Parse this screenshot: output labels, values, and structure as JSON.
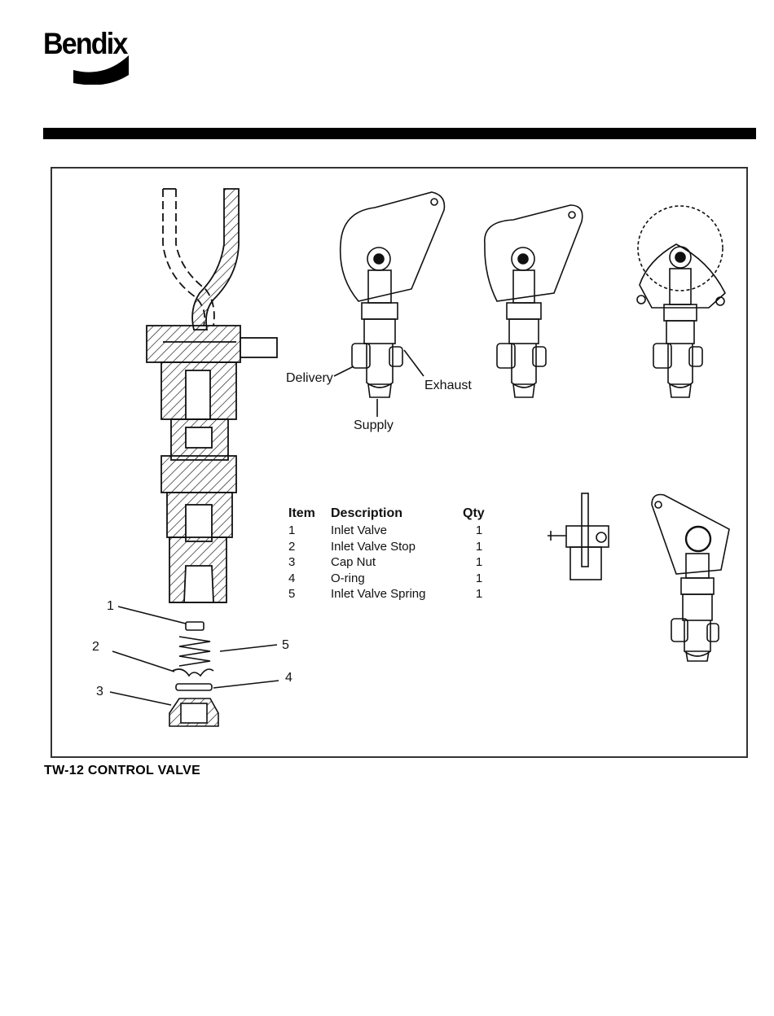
{
  "brand": {
    "name": "Bendix"
  },
  "figure": {
    "caption": "TW-12 CONTROL VALVE",
    "port_labels": {
      "delivery": "Delivery",
      "exhaust": "Exhaust",
      "supply": "Supply"
    },
    "callouts": [
      "1",
      "2",
      "3",
      "4",
      "5"
    ]
  },
  "parts_list": {
    "headers": {
      "item": "Item",
      "description": "Description",
      "qty": "Qty"
    },
    "rows": [
      {
        "item": "1",
        "description": "Inlet Valve",
        "qty": "1"
      },
      {
        "item": "2",
        "description": "Inlet Valve Stop",
        "qty": "1"
      },
      {
        "item": "3",
        "description": "Cap Nut",
        "qty": "1"
      },
      {
        "item": "4",
        "description": "O-ring",
        "qty": "1"
      },
      {
        "item": "5",
        "description": "Inlet Valve Spring",
        "qty": "1"
      }
    ]
  }
}
